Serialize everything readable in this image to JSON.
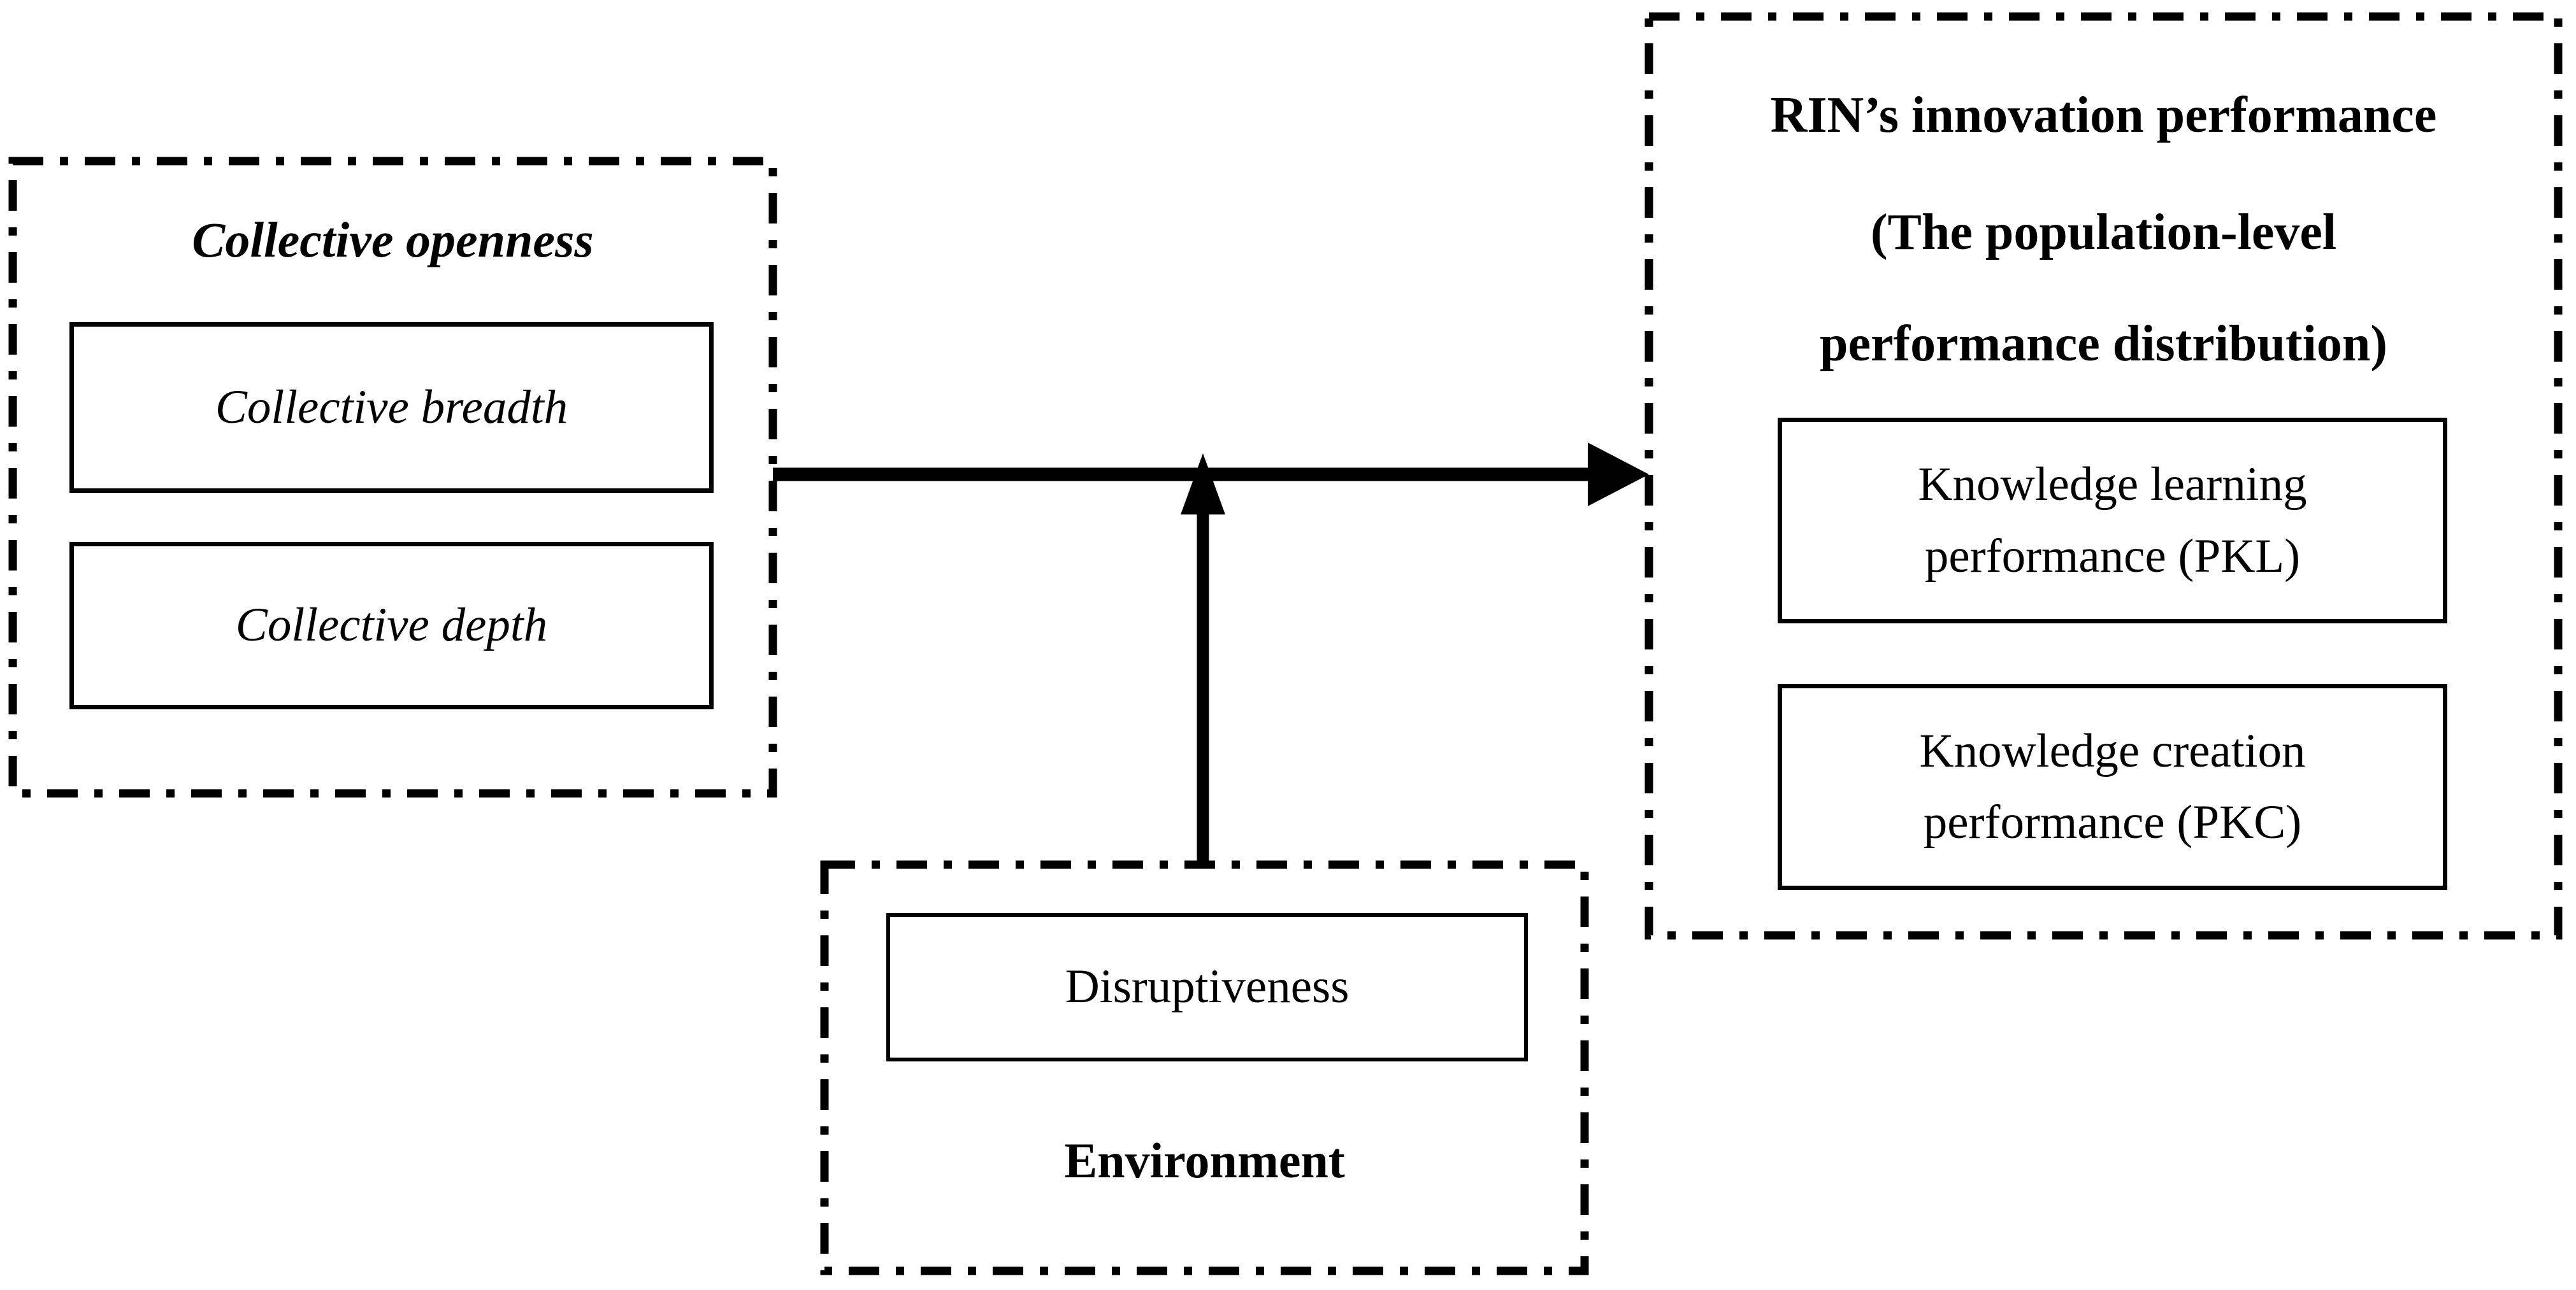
{
  "groups": {
    "collective_openness": {
      "title": "Collective openness",
      "items": [
        {
          "label": "Collective breadth"
        },
        {
          "label": "Collective depth"
        }
      ]
    },
    "environment": {
      "title": "Environment",
      "items": [
        {
          "label": "Disruptiveness"
        }
      ]
    },
    "rin_performance": {
      "title_lines": [
        "RIN’s innovation performance",
        "(The population-level",
        "performance distribution)"
      ],
      "items": [
        {
          "label": "Knowledge learning performance (PKL)"
        },
        {
          "label": "Knowledge creation performance (PKC)"
        }
      ]
    }
  },
  "colors": {
    "ink": "#000000",
    "background": "#ffffff"
  }
}
